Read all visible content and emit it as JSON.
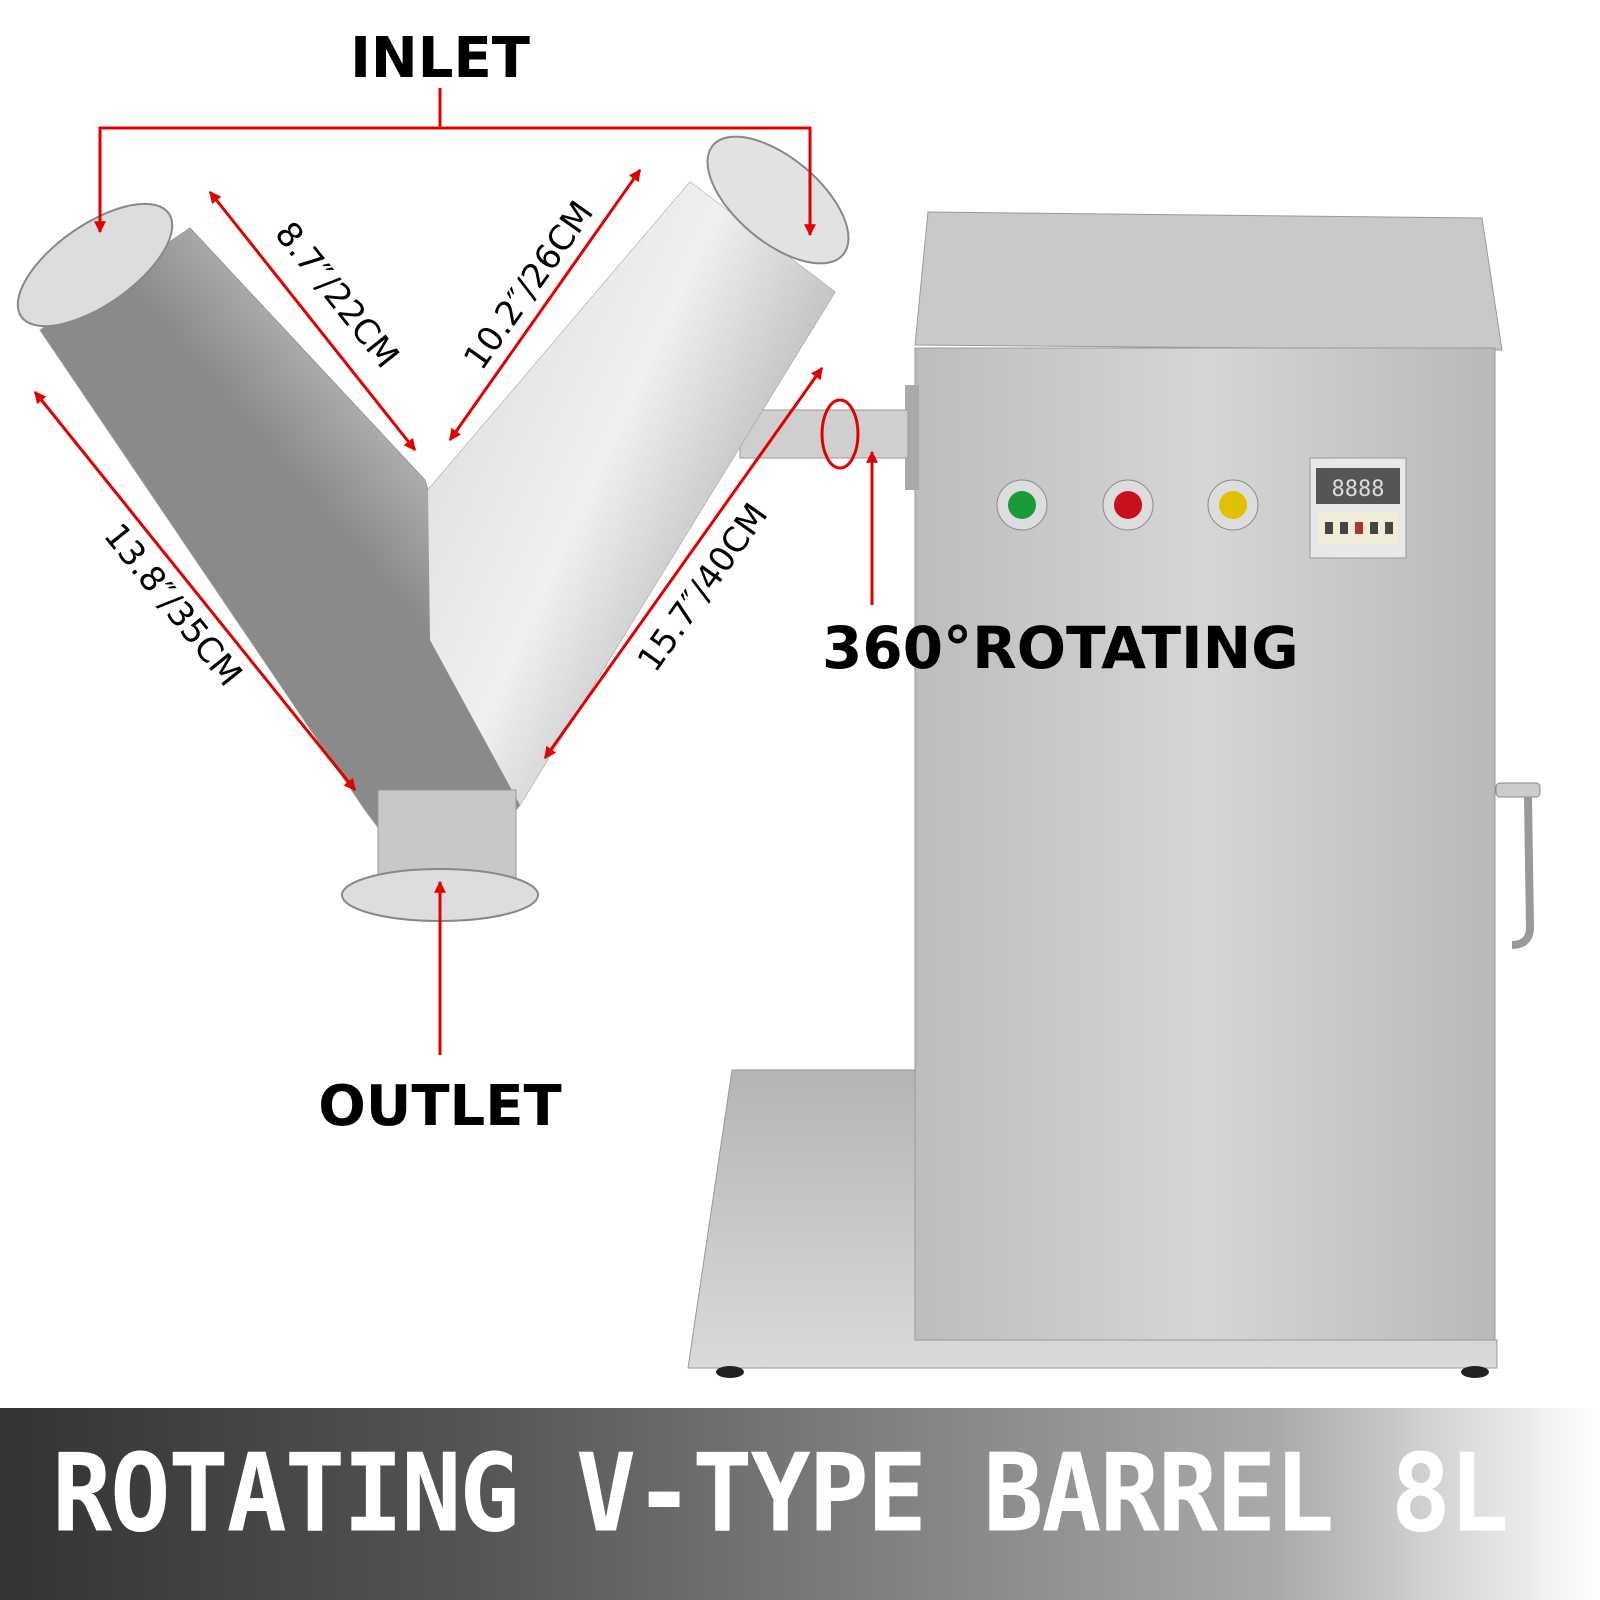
{
  "labels": {
    "inlet": "INLET",
    "outlet": "OUTLET",
    "rotating": "360°ROTATING"
  },
  "dimensions": {
    "inner_left": "8.7″/22CM",
    "inner_right": "10.2″/26CM",
    "outer_left": "13.8″/35CM",
    "outer_right": "15.7″/40CM"
  },
  "indicator_lights": [
    "green",
    "red",
    "yellow"
  ],
  "colors": {
    "annotation": "#e00000",
    "light_green": "#1a9a3a",
    "light_red": "#c8101c",
    "light_yellow": "#e0c000",
    "steel": "#c4c4c4"
  },
  "timer": {
    "display": "8888"
  },
  "banner": {
    "title": "ROTATING V-TYPE BARREL 8L"
  }
}
